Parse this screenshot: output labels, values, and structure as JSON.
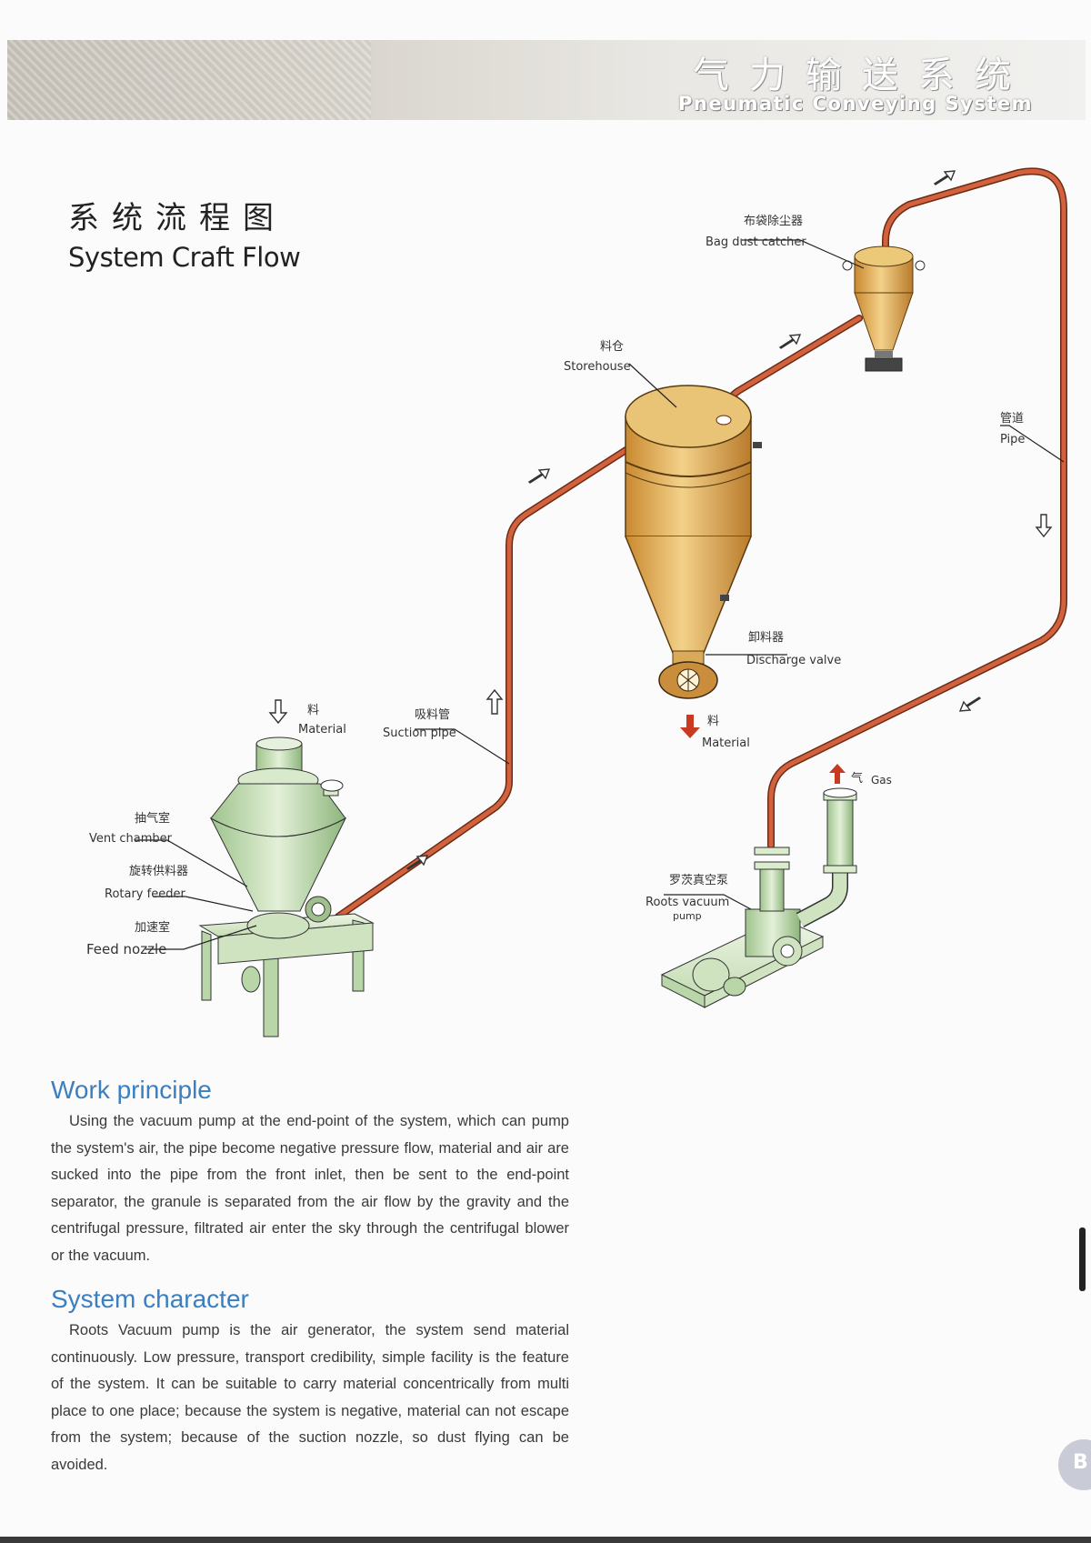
{
  "header": {
    "title_cn": "气力输送系统",
    "title_en": "Pneumatic Conveying System"
  },
  "flow_title": {
    "cn": "系统流程图",
    "en": "System Craft Flow"
  },
  "diagram": {
    "labels": {
      "material_top_cn": "料",
      "material_top_en": "Material",
      "vent_chamber_cn": "抽气室",
      "vent_chamber_en": "Vent chamber",
      "rotary_feeder_cn": "旋转供料器",
      "rotary_feeder_en": "Rotary feeder",
      "feed_nozzle_cn": "加速室",
      "feed_nozzle_en": "Feed nozzle",
      "suction_pipe_cn": "吸料管",
      "suction_pipe_en": "Suction pipe",
      "storehouse_cn": "料仓",
      "storehouse_en": "Storehouse",
      "discharge_valve_cn": "卸料器",
      "discharge_valve_en": "Discharge valve",
      "material_out_cn": "料",
      "material_out_en": "Material",
      "bag_dust_cn": "布袋除尘器",
      "bag_dust_en": "Bag dust catcher",
      "pipe_cn": "管道",
      "pipe_en": "Pipe",
      "gas_cn": "气",
      "gas_en": "Gas",
      "roots_cn": "罗茨真空泵",
      "roots_en_1": "Roots vacuum",
      "roots_en_2": "pump"
    }
  },
  "sections": [
    {
      "heading": "Work principle",
      "body": "Using the vacuum pump at the end-point of the system, which can pump the system's air, the pipe become negative pressure flow, material and air are sucked into the pipe from the front inlet, then be sent to the end-point separator, the granule is separated from the air flow by the gravity and the centrifugal pressure, filtrated air enter the sky through the centrifugal blower or the vacuum."
    },
    {
      "heading": "System character",
      "body": "Roots Vacuum pump is the air generator, the system send material continuously. Low pressure, transport credibility, simple facility is the feature of the system. It can be suitable to carry material concentrically from multi place to one place; because the system is negative, material can not escape from the system; because of the suction nozzle, so dust flying can be avoided."
    }
  ],
  "page_mark": "B",
  "colors": {
    "heading_blue": "#3b7fc0",
    "pipe_red": "#d2623e",
    "silo_gold": "#d8a24a",
    "feeder_green": "#b8d7a8"
  }
}
